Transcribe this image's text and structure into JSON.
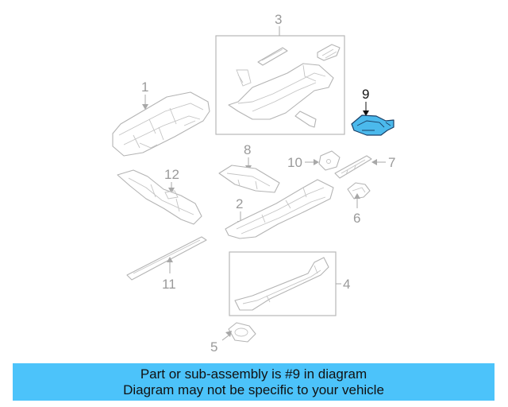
{
  "callouts": {
    "c1": "1",
    "c2": "2",
    "c3": "3",
    "c4": "4",
    "c5": "5",
    "c6": "6",
    "c7": "7",
    "c8": "8",
    "c9": "9",
    "c10": "10",
    "c11": "11",
    "c12": "12"
  },
  "highlight_color": "#4bb9ec",
  "banner": {
    "line1": "Part or sub-assembly is #9 in diagram",
    "line2": "Diagram may not be specific to your vehicle",
    "color": "#4cc3fa"
  }
}
